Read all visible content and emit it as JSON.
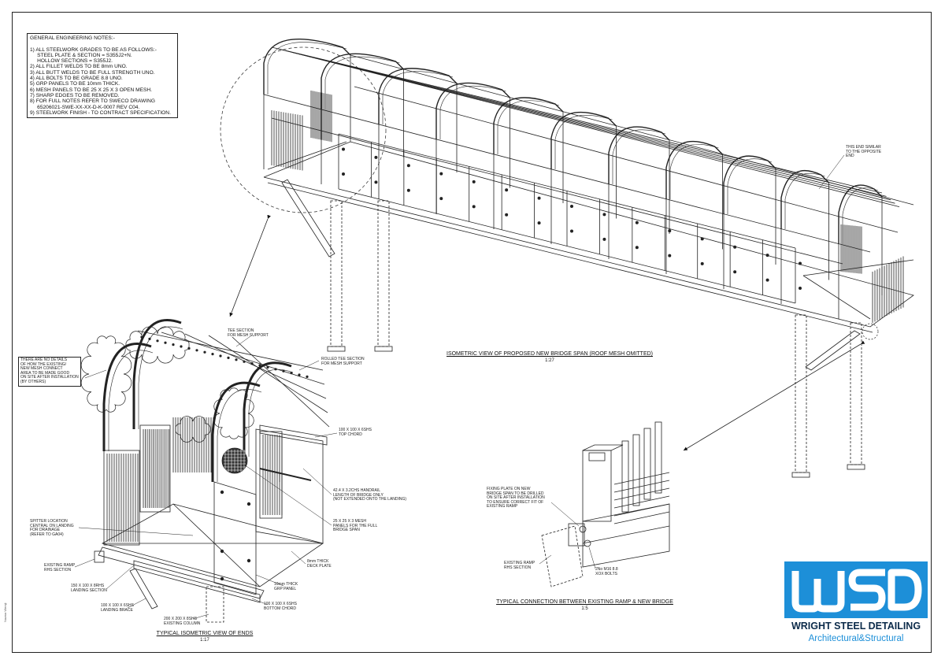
{
  "notes": {
    "lines": [
      "GENERAL ENGINEERING NOTES:-",
      "",
      "1) ALL STEELWORK GRADES TO BE AS FOLLOWS:-",
      "     STEEL PLATE & SECTION = S355J2+N.",
      "     HOLLOW SECTIONS = S355J2.",
      "2) ALL FILLET WELDS TO BE 8mm UNO.",
      "3) ALL BUTT WELDS TO BE FULL STRENGTH UNO.",
      "4) ALL BOLTS TO BE GRADE 8.8 UNO.",
      "5) GRP PANELS TO BE 10mm THICK.",
      "6) MESH PANELS TO BE 25 X 25 X 3 OPEN MESH.",
      "7) SHARP EDGES TO BE REMOVED.",
      "8) FOR FULL NOTES REFER TO SWECO DRAWING",
      "     65206021-SWE-XX-XX-D-K-0007 REV C04.",
      "9) STEELWORK FINISH - TO CONTRACT SPECIFICATION."
    ]
  },
  "views": {
    "main": {
      "title": "ISOMETRIC VIEW OF PROPOSED NEW BRIDGE SPAN (ROOF MESH OMITTED)",
      "scale": "1:27"
    },
    "ends": {
      "title": "TYPICAL ISOMETRIC VIEW OF ENDS",
      "scale": "1:17"
    },
    "connection": {
      "title": "TYPICAL CONNECTION BETWEEN EXISTING RAMP & NEW BRIDGE",
      "scale": "1:5"
    }
  },
  "annotations": {
    "this_end": "THIS END SIMILAR\nTO THE OPPOSITE\nEND",
    "tee_section": "TEE SECTION\nFOR MESH SUPPORT",
    "rolled_tee": "ROLLED TEE SECTION\nFOR MESH SUPPORT",
    "no_details": "THERE ARE NO DETAILS\nOF HOW THE EXISTING/\nNEW MESH CONNECT\nAREA TO BE MADE GOOD\nON SITE AFTER INSTALLATION\n(BY OTHERS)",
    "top_chord": "100 X 100 X 6SHS\nTOP CHORD",
    "handrail": "42.4 X 3.2CHS HANDRAIL\nLENGTH OF BRIDGE ONLY\n(NOT EXTENDED ONTO THE LANDING)",
    "mesh_panels": "25 X 25 X 3 MESH\nPANELS FOR THE FULL\nBRIDGE SPAN",
    "spitter": "SPITTER LOCATION\nCENTRAL ON LANDING\nFOR DRAINAGE\n(REFER TO GA04)",
    "deck_plate": "8mm THICK\nDECK PLATE",
    "existing_ramp": "EXISTING RAMP\nRHS SECTION",
    "grp_panel": "10mm THICK\nGRP PANEL",
    "landing_section": "150 X 100 X 8RHS\nLANDING SECTION",
    "bottom_chord": "100 X 100 X 6SHS\nBOTTOM CHORD",
    "landing_brace": "100 X 100 X 6SHS\nLANDING BRACE",
    "existing_column": "200 X 200 X 8SHS\nEXISTING COLUMN",
    "fixing_plate": "FIXING PLATE ON NEW\nBRIDGE SPAN TO BE DRILLED\nON SITE AFTER INSTALLATION\nTO ENSURE CORRECT FIT OF\nEXISTING RAMP",
    "existing_ramp_conn": "EXISTING RAMP\nRHS SECTION",
    "bolts": "2No M16 8.8\nXOX BOLTS"
  },
  "side_text": "Nazwa Wersji",
  "logo": {
    "mark": "WSD",
    "company": "WRIGHT STEEL DETAILING",
    "tagline": "Architectural&Structural",
    "color": "#1d8fd8",
    "text_color": "#0c2b4a"
  }
}
